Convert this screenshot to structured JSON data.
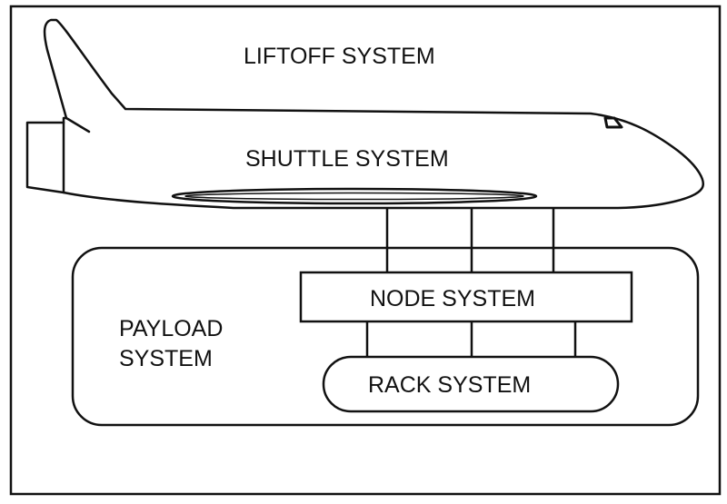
{
  "diagram": {
    "liftoff_label": "LIFTOFF SYSTEM",
    "shuttle_label": "SHUTTLE SYSTEM",
    "payload_label_line1": "PAYLOAD",
    "payload_label_line2": "SYSTEM",
    "node_label": "NODE SYSTEM",
    "rack_label": "RACK SYSTEM"
  },
  "colors": {
    "stroke": "#111111",
    "background": "#ffffff"
  }
}
